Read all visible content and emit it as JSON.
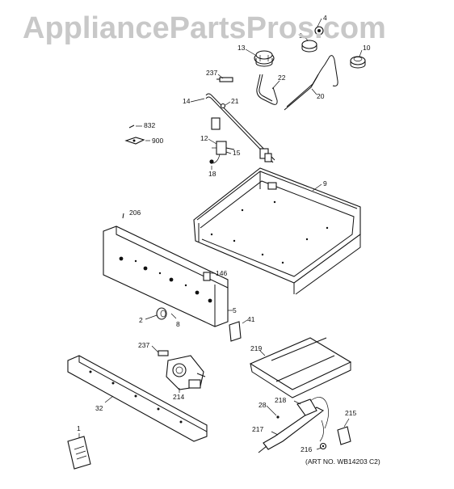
{
  "watermark": "AppliancePartsPros.com",
  "art_number": "(ART NO. WB14203 C2)",
  "callouts": [
    "4",
    "1",
    "13",
    "10",
    "237",
    "22",
    "14",
    "21",
    "20",
    "832",
    "900",
    "12",
    "15",
    "18",
    "9",
    "206",
    "146",
    "2",
    "8",
    "5",
    "41",
    "237",
    "219",
    "214",
    "32",
    "28",
    "218",
    "215",
    "217",
    "216",
    "1"
  ]
}
